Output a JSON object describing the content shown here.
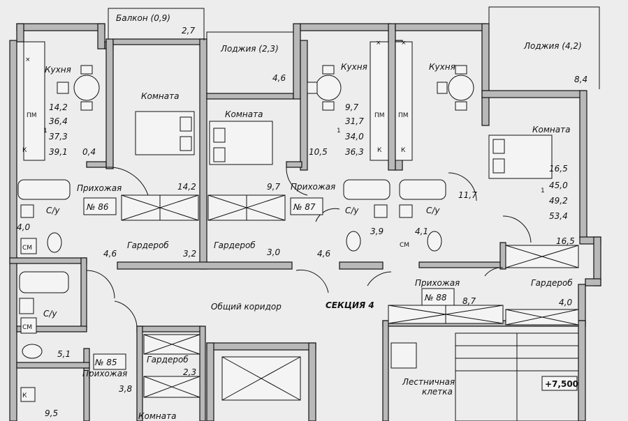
{
  "labels": {
    "balcony": "Балкон (0,9)",
    "balcony_area": "2,7",
    "loggia1": "Лоджия (2,3)",
    "loggia1_area": "4,6",
    "loggia2": "Лоджия (4,2)",
    "loggia2_area": "8,4",
    "kitchen": "Кухня",
    "room": "Комната",
    "hall": "Прихожая",
    "bath": "С/у",
    "wardrobe": "Гардероб",
    "corridor": "Общий коридор",
    "section": "СЕКЦИЯ 4",
    "stair1": "Лестничная",
    "stair2": "клетка",
    "level": "+7,500",
    "pm": "ПМ",
    "sm": "СМ",
    "k": "К",
    "x": "×"
  },
  "apartments": [
    {
      "number": "№ 86",
      "rooms": "1",
      "areas": [
        "14,2",
        "36,4",
        "37,3",
        "39,1"
      ],
      "kitchen_area": "0,4",
      "room_area": "14,2",
      "hall_area": "4,6",
      "bath_area": "4,0",
      "wardrobe_area": "3,2"
    },
    {
      "number": "№ 87",
      "rooms": "1",
      "areas": [
        "9,7",
        "31,7",
        "34,0",
        "36,3"
      ],
      "kitchen_area": "10,5",
      "room_area": "9,7",
      "hall_area": "4,6",
      "bath_area": "3,9",
      "wardrobe_area": "3,0"
    },
    {
      "number": "№ 88",
      "rooms": "1",
      "areas": [
        "16,5",
        "45,0",
        "49,2",
        "53,4"
      ],
      "kitchen_area": "11,7",
      "room_area": "16,5",
      "hall_area": "8,7",
      "bath_area": "4,1",
      "wardrobe_area": "4,0"
    },
    {
      "number": "№ 85",
      "hall_area": "3,8",
      "bath_area": "5,1",
      "wardrobe_area": "2,3",
      "kitchen_area": "9,5"
    }
  ]
}
